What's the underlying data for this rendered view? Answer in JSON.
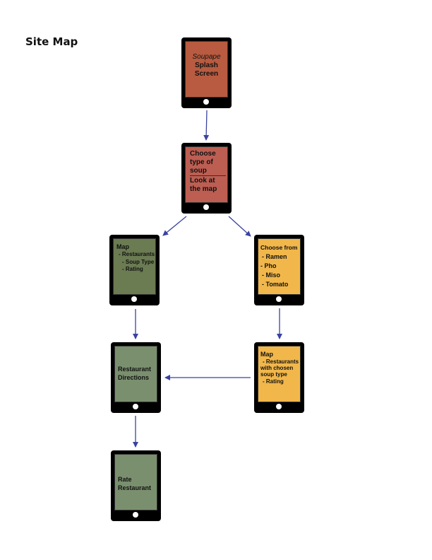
{
  "title": "Site Map",
  "colors": {
    "splash": "#b85b40",
    "choose": "#bd5e52",
    "map_left": "#6b7b52",
    "choose_from": "#f1b74b",
    "map_right": "#f1b74b",
    "directions": "#7a8f6e",
    "rate": "#7a8f6e",
    "arrow": "#3b42a0",
    "device": "#000000"
  },
  "screens": {
    "splash": {
      "brand": "Soupape",
      "lines": [
        "Splash",
        "Screen"
      ]
    },
    "choose": {
      "option1": [
        "Choose",
        "type of",
        "soup"
      ],
      "option2": [
        "Look at",
        "the map"
      ]
    },
    "map_left": {
      "heading": "Map",
      "items": [
        "- Restaurants",
        "- Soup Type",
        "- Rating"
      ]
    },
    "choose_from": {
      "heading": "Choose from",
      "items": [
        "- Ramen",
        "- Pho",
        "- Miso",
        "- Tomato"
      ]
    },
    "map_right": {
      "heading": "Map",
      "items": [
        "- Restaurants",
        "with chosen",
        "soup type",
        "- Rating"
      ]
    },
    "directions": {
      "lines": [
        "Restaurant",
        "Directions"
      ]
    },
    "rate": {
      "lines": [
        "Rate",
        "Restaurant"
      ]
    }
  }
}
